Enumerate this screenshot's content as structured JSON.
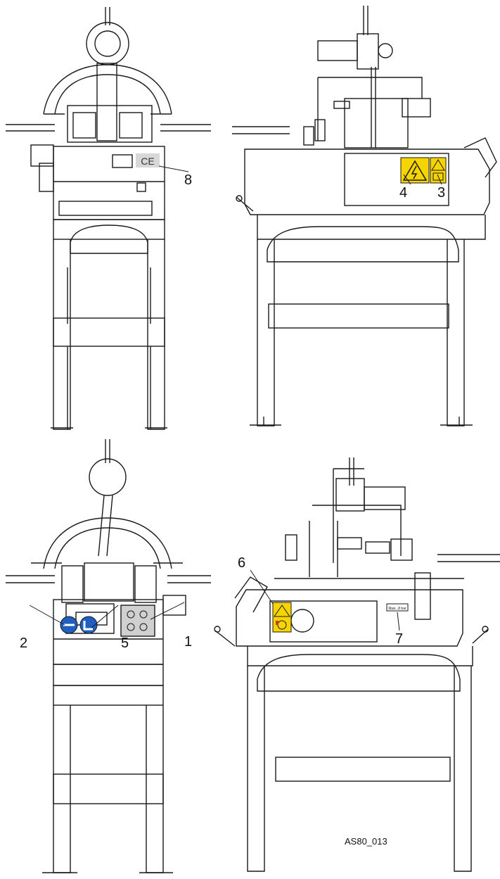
{
  "figure": {
    "id": "AS80_013",
    "colors": {
      "line": "#1a1a1a",
      "warning_yellow": "#f5d400",
      "mandatory_blue": "#1f5fbf",
      "ce_plate": "#d8d8d8"
    }
  },
  "callouts": {
    "c1": "1",
    "c2": "2",
    "c3": "3",
    "c4": "4",
    "c5": "5",
    "c6": "6",
    "c7": "7",
    "c8": "8"
  },
  "labels": {
    "ce_mark": "CE",
    "air_pressure_label": "6bar...8 bar"
  },
  "views": [
    {
      "name": "front-view-top",
      "icons": [
        "ce-label"
      ]
    },
    {
      "name": "side-view-top",
      "icons": [
        "electrical-hazard-label",
        "read-manual-warning-label"
      ]
    },
    {
      "name": "front-view-bottom",
      "icons": [
        "control-panel",
        "mandatory-sign-left",
        "mandatory-sign-right"
      ]
    },
    {
      "name": "side-view-bottom",
      "icons": [
        "hand-crush-warning-label",
        "air-pressure-label"
      ]
    }
  ]
}
